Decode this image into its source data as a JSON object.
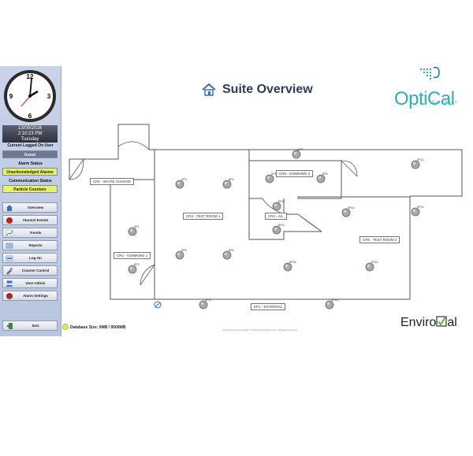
{
  "clock": {
    "date": "13/09/2016",
    "time": "2:10:23 PM",
    "day": "Tuesday"
  },
  "user": {
    "label": "Current Logged On User",
    "name": "Guest"
  },
  "alarm": {
    "label": "Alarm Status",
    "value": "Unacknowledged Alarms"
  },
  "comm": {
    "label": "Communication Status",
    "value": "Particle Counters"
  },
  "nav": [
    {
      "label": "Overview",
      "icon": "home-icon"
    },
    {
      "label": "Alarms/ Events",
      "icon": "alarm-icon"
    },
    {
      "label": "Trends",
      "icon": "trends-icon"
    },
    {
      "label": "Reports",
      "icon": "reports-icon"
    },
    {
      "label": "Log On",
      "icon": "logon-icon"
    },
    {
      "label": "Counter Control",
      "icon": "counter-control-icon"
    },
    {
      "label": "User Admin",
      "icon": "users-icon"
    },
    {
      "label": "Alarm Settings",
      "icon": "alarm-settings-icon"
    }
  ],
  "exit": {
    "label": "Exit"
  },
  "db": {
    "text": "Database Size: 0MB / 9500MB"
  },
  "page": {
    "title": "Suite Overview"
  },
  "logos": {
    "optical": "OptiCal",
    "sciences": "Sciences",
    "enviroval_a": "Enviro",
    "enviroval_b": "al"
  },
  "copyright": "EnviroVal v1.0 Copyright © 2016 OptiCal Sciences - All rights reserved",
  "rooms": {
    "cr1": "CR1 - WHITE CHANGE",
    "cr2": "CR2 - GOWNING 1",
    "cr3": "CR3 - TEST ROOM 1",
    "cr4": "CR4 - A/L",
    "cr5": "CR5 - GOWNING 2",
    "cr6": "CR6 - TEST ROOM 2",
    "ep1": "EP1 - EXTERNAL"
  },
  "sensors": [
    "SP1",
    "SP2",
    "SP3",
    "SP4",
    "SP5",
    "SP6",
    "SP7",
    "SP8",
    "SP9",
    "SP10",
    "SP11",
    "SP12",
    "SP13",
    "SP14",
    "SP15",
    "SP16",
    "SP17",
    "SP18"
  ]
}
